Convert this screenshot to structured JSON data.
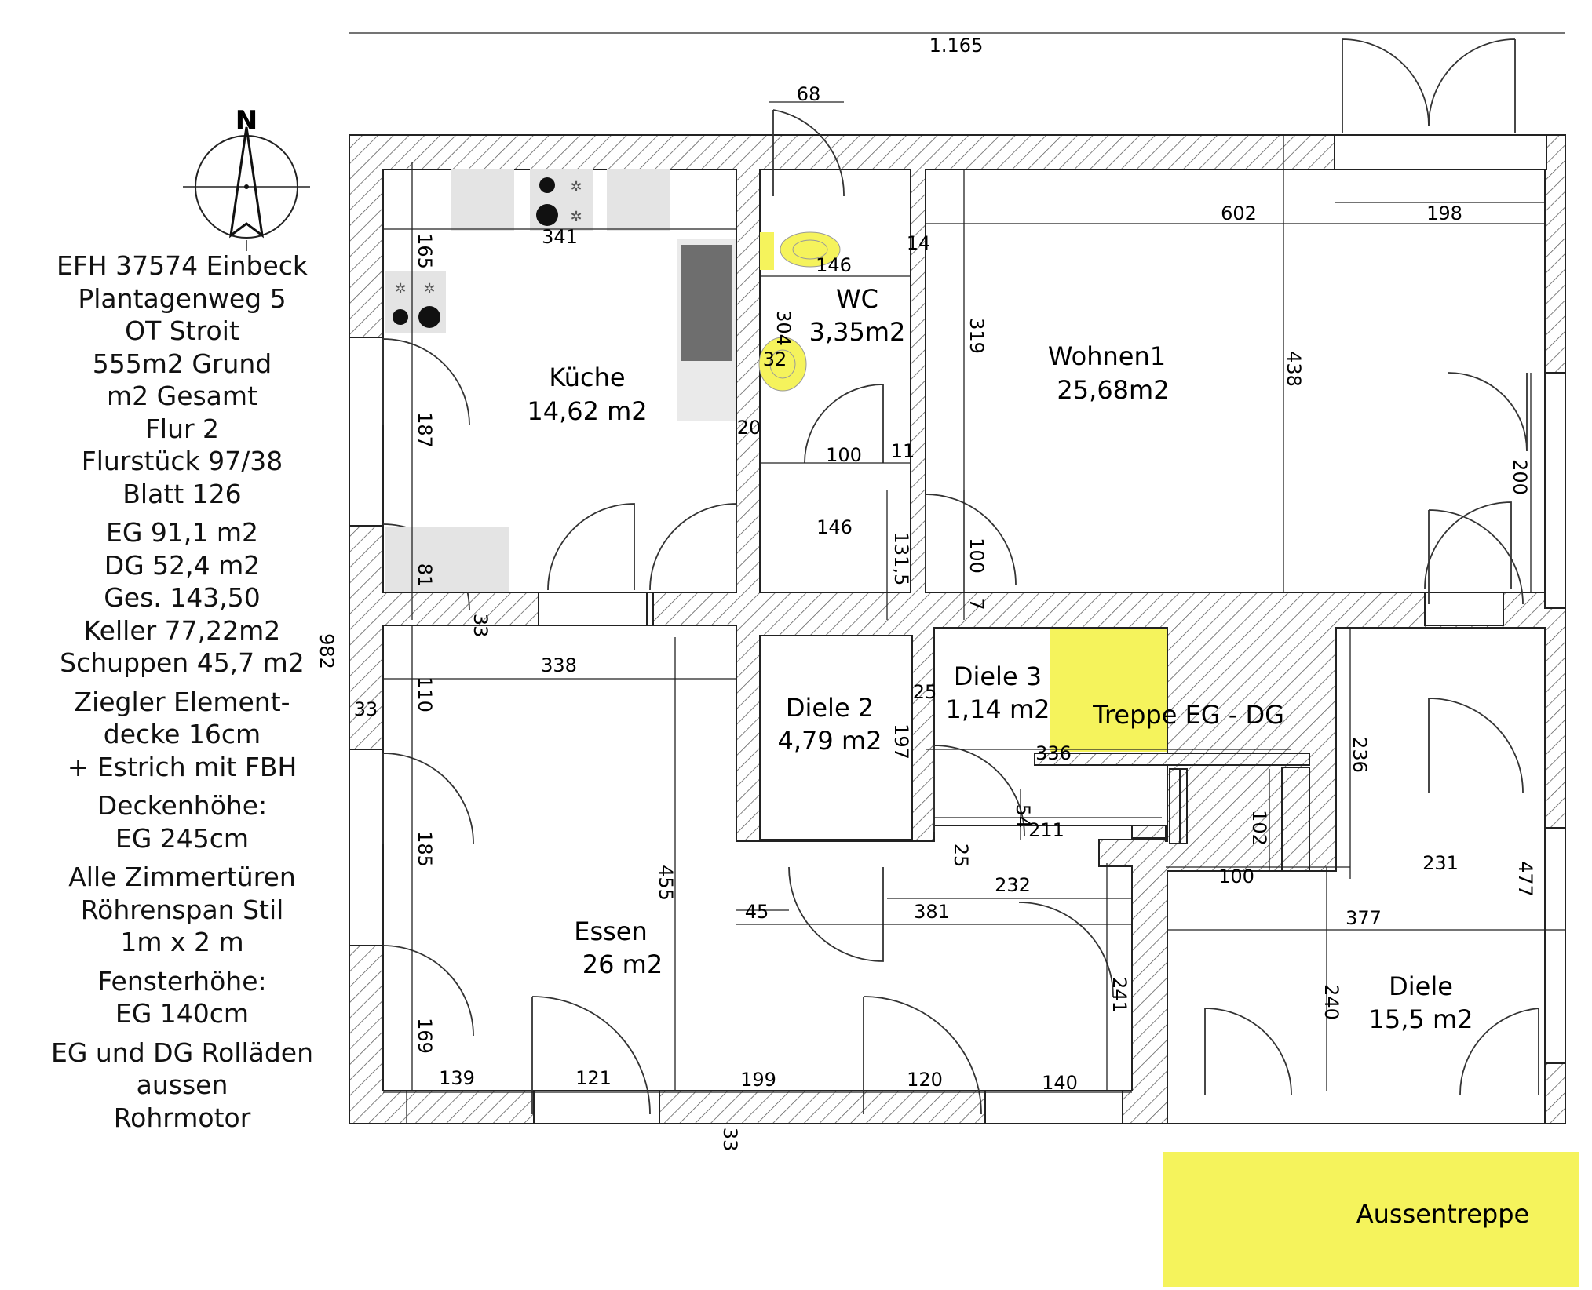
{
  "info": [
    [
      "EFH 37574 Einbeck",
      "Plantagenweg 5",
      "OT Stroit",
      "555m2 Grund",
      "m2 Gesamt",
      "Flur 2",
      "Flurstück 97/38",
      "Blatt 126"
    ],
    [
      "EG 91,1 m2",
      "DG 52,4 m2",
      "Ges. 143,50",
      "Keller 77,22m2",
      "Schuppen 45,7 m2"
    ],
    [
      "Ziegler Element-",
      "decke 16cm",
      "+ Estrich mit FBH"
    ],
    [
      "Deckenhöhe:",
      "EG 245cm"
    ],
    [
      "Alle Zimmertüren",
      "Röhrenspan Stil",
      "1m x 2 m"
    ],
    [
      "Fensterhöhe:",
      "EG  140cm"
    ],
    [
      "EG und DG Rolläden",
      "aussen",
      "Rohrmotor"
    ]
  ],
  "compass_label": "N",
  "rooms": {
    "kueche": [
      "Küche",
      "14,62 m2"
    ],
    "wc": [
      "WC",
      "3,35m2"
    ],
    "wohnen": [
      "Wohnen1",
      "25,68m2"
    ],
    "diele2": [
      "Diele 2",
      "4,79 m2"
    ],
    "diele3": [
      "Diele 3",
      "1,14 m2"
    ],
    "essen": [
      "Essen",
      "26 m2"
    ],
    "diele": [
      "Diele",
      "15,5 m2"
    ]
  },
  "highlights": {
    "treppe": "Treppe EG - DG",
    "aussen": "Aussentreppe"
  },
  "dims": {
    "total_w": "1.165",
    "total_h": "982",
    "d68": "68",
    "d341": "341",
    "d165": "165",
    "d187": "187",
    "d81": "81",
    "d146a": "146",
    "d14": "14",
    "d304": "304",
    "d32": "32",
    "d20": "20",
    "d100a": "100",
    "d11": "11",
    "d146b": "146",
    "d1315": "131,5",
    "d602": "602",
    "d198": "198",
    "d319": "319",
    "d438": "438",
    "d200": "200",
    "d100b": "100",
    "d7": "7",
    "d33a": "33",
    "d338": "338",
    "d110": "110",
    "d33b": "33",
    "d185": "185",
    "d455": "455",
    "d169": "169",
    "d139": "139",
    "d121": "121",
    "d199": "199",
    "d120": "120",
    "d140": "140",
    "d33c": "33",
    "d45": "45",
    "d232": "232",
    "d381": "381",
    "d241": "241",
    "d25a": "25",
    "d197": "197",
    "d336": "336",
    "d54": "54",
    "d211": "211",
    "d25b": "25",
    "d102": "102",
    "d100c": "100",
    "d236": "236",
    "d231": "231",
    "d377": "377",
    "d240": "240",
    "d477": "477"
  }
}
